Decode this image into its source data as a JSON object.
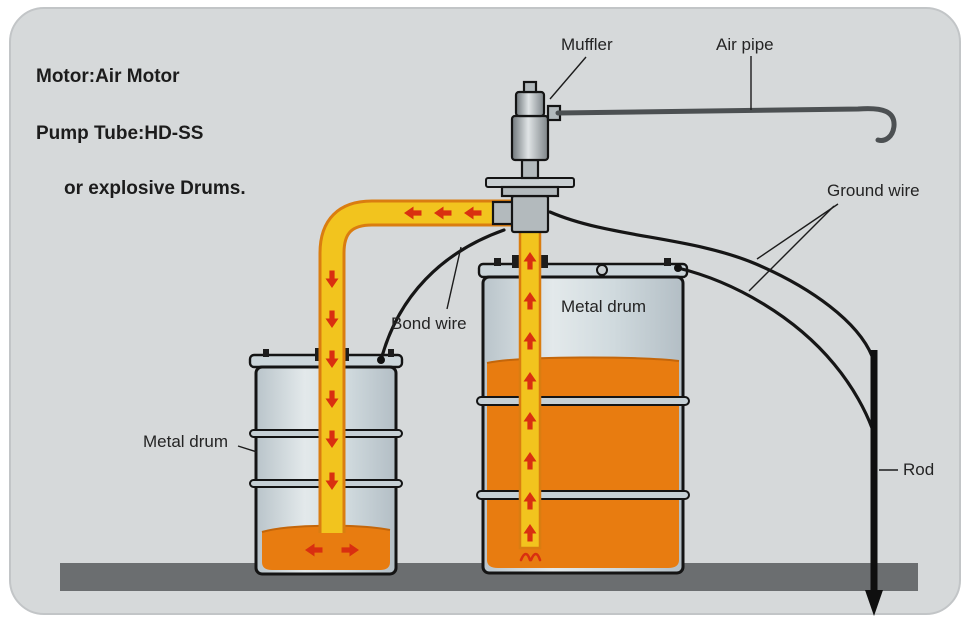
{
  "diagram": {
    "notes": {
      "motor": "Motor:Air Motor",
      "pump_tube": "Pump Tube:HD-SS",
      "drums": "or explosive Drums."
    },
    "labels": {
      "muffler": "Muffler",
      "air_pipe": "Air pipe",
      "ground_wire": "Ground wire",
      "bond_wire": "Bond wire",
      "metal_drum_large": "Metal drum",
      "metal_drum_small": "Metal drum",
      "rod": "Rod"
    },
    "colors": {
      "background": "#d6d9da",
      "panel_border": "#c2c5c7",
      "floor": "#6b6e70",
      "drum_fill": "#ccd6db",
      "liquid": "#e87c10",
      "liquid_edge": "#c4660a",
      "pipe_fill": "#f2c41e",
      "pipe_stroke": "#da7d10",
      "arrow_red": "#d92f10",
      "wire": "#161616",
      "metal_light": "#c9cfd2",
      "outline": "#141414",
      "text": "#1c1c1c"
    }
  }
}
